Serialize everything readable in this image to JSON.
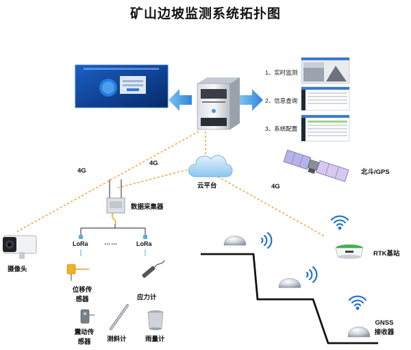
{
  "title": "矿山边坡监测系统拓扑图",
  "software_features": [
    {
      "label": "1、实时监测"
    },
    {
      "label": "2、信息查询"
    },
    {
      "label": "3、系统配置"
    }
  ],
  "nodes": {
    "cloud": "云平台",
    "satellite": "北斗/GPS",
    "camera": "摄像头",
    "collector": "数据采集器",
    "lora_left": "LoRa",
    "lora_right": "LoRa",
    "lora_dots": "……",
    "rtk": "RTK基站",
    "gnss_line1": "GNSS",
    "gnss_line2": "接收器"
  },
  "links": {
    "camera_4g": "4G",
    "collector_4g": "4G",
    "rtk_4g": "4G"
  },
  "sensors": {
    "displacement_line1": "位移传",
    "displacement_line2": "感器",
    "stress": "应力计",
    "vibration_line1": "震动传",
    "vibration_line2": "感器",
    "inclinometer": "测斜计",
    "rain_gauge": "雨量计"
  },
  "colors": {
    "dashed_link": "#f2a43c",
    "arrow": "#5aa9e6",
    "slope_line": "#111111",
    "dashboard_bg": "#0b3a8a"
  }
}
